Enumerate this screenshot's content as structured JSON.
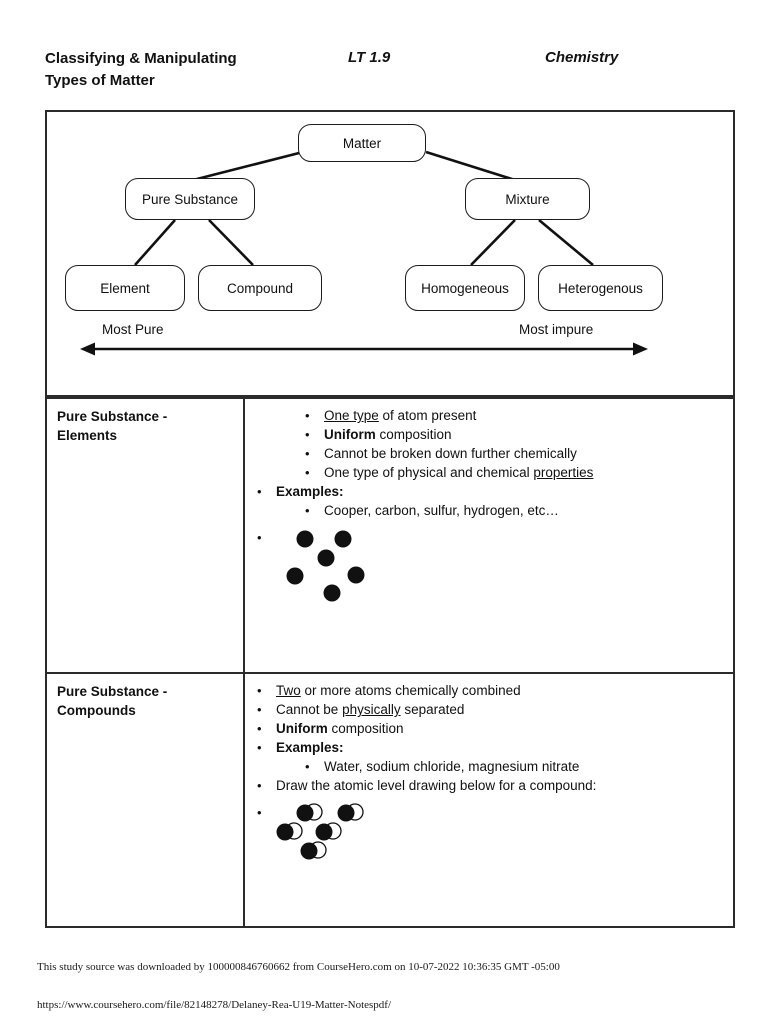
{
  "header": {
    "title_line1": "Classifying & Manipulating",
    "title_line2": "Types of Matter",
    "lt_code": "LT 1.9",
    "subject": "Chemistry"
  },
  "diagram": {
    "nodes": {
      "matter": "Matter",
      "pure_substance": "Pure Substance",
      "mixture": "Mixture",
      "element": "Element",
      "compound": "Compound",
      "homogeneous": "Homogeneous",
      "heterogenous": "Heterogenous"
    },
    "axis": {
      "left_label": "Most Pure",
      "right_label": "Most impure"
    }
  },
  "table": {
    "rows": [
      {
        "heading_line1": "Pure Substance -",
        "heading_line2": "Elements",
        "bullets": [
          {
            "segments": [
              {
                "t": "One type",
                "s": "u"
              },
              {
                "t": " of atom present"
              }
            ]
          },
          {
            "segments": [
              {
                "t": "Uniform",
                "s": "b"
              },
              {
                "t": " composition"
              }
            ]
          },
          {
            "segments": [
              {
                "t": "Cannot be broken down further chemically"
              }
            ]
          },
          {
            "segments": [
              {
                "t": "One type of physical and chemical "
              },
              {
                "t": "properties",
                "s": "u"
              }
            ]
          },
          {
            "segments": [
              {
                "t": "Examples:",
                "s": "b"
              }
            ]
          },
          {
            "segments": [
              {
                "t": "Cooper, carbon, sulfur, hydrogen, etc…"
              }
            ]
          }
        ]
      },
      {
        "heading_line1": "Pure Substance -",
        "heading_line2": "Compounds",
        "bullets": [
          {
            "segments": [
              {
                "t": "Two",
                "s": "u"
              },
              {
                "t": " or more atoms chemically combined"
              }
            ]
          },
          {
            "segments": [
              {
                "t": "Cannot be "
              },
              {
                "t": "physically",
                "s": "u"
              },
              {
                "t": " separated"
              }
            ]
          },
          {
            "segments": [
              {
                "t": "Uniform",
                "s": "b"
              },
              {
                "t": " composition"
              }
            ]
          },
          {
            "segments": [
              {
                "t": "Examples:",
                "s": "b"
              }
            ]
          },
          {
            "segments": [
              {
                "t": "Water, sodium chloride, magnesium nitrate"
              }
            ]
          },
          {
            "segments": [
              {
                "t": "Draw the atomic level drawing below for a compound:"
              }
            ]
          }
        ]
      }
    ]
  },
  "footer": {
    "download_line": "This study source was downloaded by 100000846760662 from CourseHero.com on 10-07-2022 10:36:35 GMT -05:00",
    "url": "https://www.coursehero.com/file/82148278/Delaney-Rea-U19-Matter-Notespdf/"
  },
  "colors": {
    "ink": "#111111",
    "border": "#2b2b2b",
    "background": "#ffffff"
  }
}
